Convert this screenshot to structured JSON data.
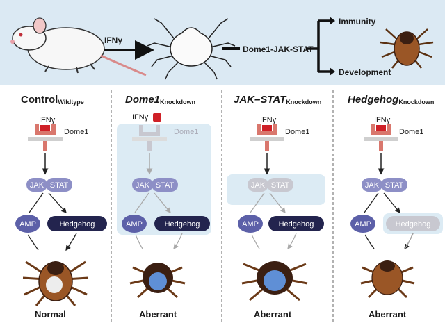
{
  "header": {
    "ifn": "IFNγ",
    "pathway": "Dome1-JAK-STAT",
    "out_immunity": "Immunity",
    "out_development": "Development"
  },
  "panels": [
    {
      "title_main": "Control",
      "title_sub": "Wildtype",
      "italic": false,
      "ifn": "IFNγ",
      "receptor": "Dome1",
      "jak": "JAK",
      "stat": "STAT",
      "amp": "AMP",
      "hedgehog": "Hedgehog",
      "outcome": "Normal"
    },
    {
      "title_main": "Dome1",
      "title_sub": "Knockdown",
      "italic": true,
      "ifn": "IFNγ",
      "receptor": "Dome1",
      "jak": "JAK",
      "stat": "STAT",
      "amp": "AMP",
      "hedgehog": "Hedgehog",
      "outcome": "Aberrant"
    },
    {
      "title_main": "JAK–STAT",
      "title_sub": "Knockdown",
      "italic": true,
      "ifn": "IFNγ",
      "receptor": "Dome1",
      "jak": "JAK",
      "stat": "STAT",
      "amp": "AMP",
      "hedgehog": "Hedgehog",
      "outcome": "Aberrant"
    },
    {
      "title_main": "Hedgehog",
      "title_sub": "Knockdown",
      "italic": true,
      "ifn": "IFNγ",
      "receptor": "Dome1",
      "jak": "JAK",
      "stat": "STAT",
      "amp": "AMP",
      "hedgehog": "Hedgehog",
      "outcome": "Aberrant"
    }
  ],
  "colors": {
    "top_band": "#dbe9f3",
    "knockdown_box": "#dcebf4",
    "receptor": "#d9776d",
    "ifn_square": "#cf2027",
    "jak_stat": "#8d8fc6",
    "amp": "#5c60a8",
    "hedgehog": "#23244e",
    "faded": "#c8c8d0",
    "tick_body": "#8b4a22",
    "tick_shield": "#3b1f12",
    "gut_blue": "#5f8fd6"
  }
}
